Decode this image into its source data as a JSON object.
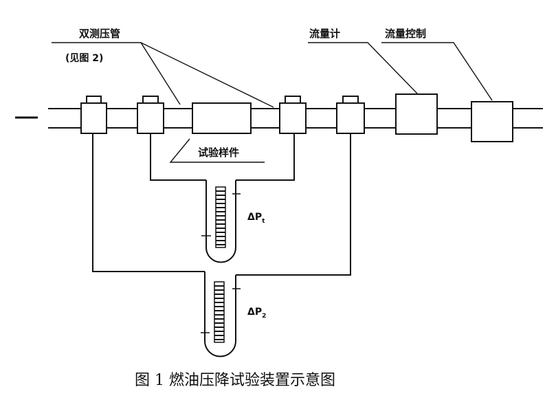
{
  "labels": {
    "dual_tap": "双测压管",
    "see_fig": "(见图 2)",
    "flowmeter": "流量计",
    "flow_control": "流量控制",
    "test_specimen": "试验样件",
    "dp1_main": "ΔP",
    "dp1_sub": "t",
    "dp2_main": "ΔP",
    "dp2_sub": "2"
  },
  "caption": "图 1 燃油压降试验装置示意图"
}
